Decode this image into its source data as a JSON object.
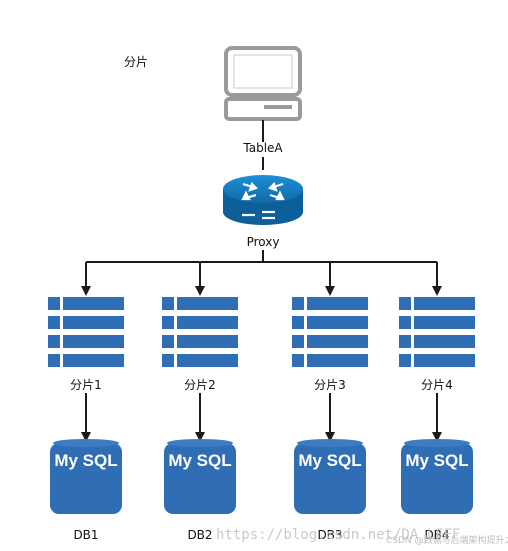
{
  "title": "分片",
  "client_label": "TableA",
  "proxy_label": "Proxy",
  "shards": [
    {
      "shard_label": "分片1",
      "db_text": "My SQL",
      "db_label": "DB1"
    },
    {
      "shard_label": "分片2",
      "db_text": "My SQL",
      "db_label": "DB2"
    },
    {
      "shard_label": "分片3",
      "db_text": "My SQL",
      "db_label": "DB3"
    },
    {
      "shard_label": "分片4",
      "db_text": "My SQL",
      "db_label": "DB4"
    }
  ],
  "watermark": "https://blog.csdn.net/DA_LFFF",
  "watermark_small": "CSDN @数据与后端架构提升之路",
  "colors": {
    "blue": "#2F6DB5",
    "router": "#1580C5",
    "arrow": "#1a1a1a",
    "computer_outline": "#9a9a9a"
  },
  "icons": {
    "computer": "computer-icon",
    "router": "router-icon",
    "table": "table-icon",
    "database": "mysql-database-icon"
  }
}
